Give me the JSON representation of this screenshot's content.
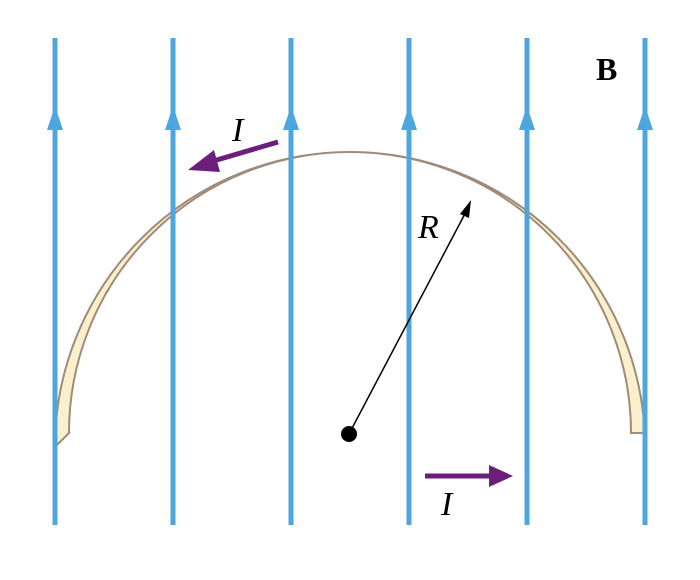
{
  "labels": {
    "field": "B",
    "current_top": "I",
    "current_bottom": "I",
    "radius": "R"
  },
  "field_line_count": 6,
  "colors": {
    "field_lines": "#4da6dd",
    "wire_fill": "#faf0cc",
    "wire_edge": "#a08a7a",
    "current_arrows": "#6b1f7a",
    "radius_and_center": "#000000"
  },
  "icons": {
    "field_arrow": "up-arrowhead",
    "current_top_arrow": "arrow-left-along-arc",
    "current_bottom_arrow": "arrow-right",
    "radius_arrow": "arrow-to-arc"
  }
}
